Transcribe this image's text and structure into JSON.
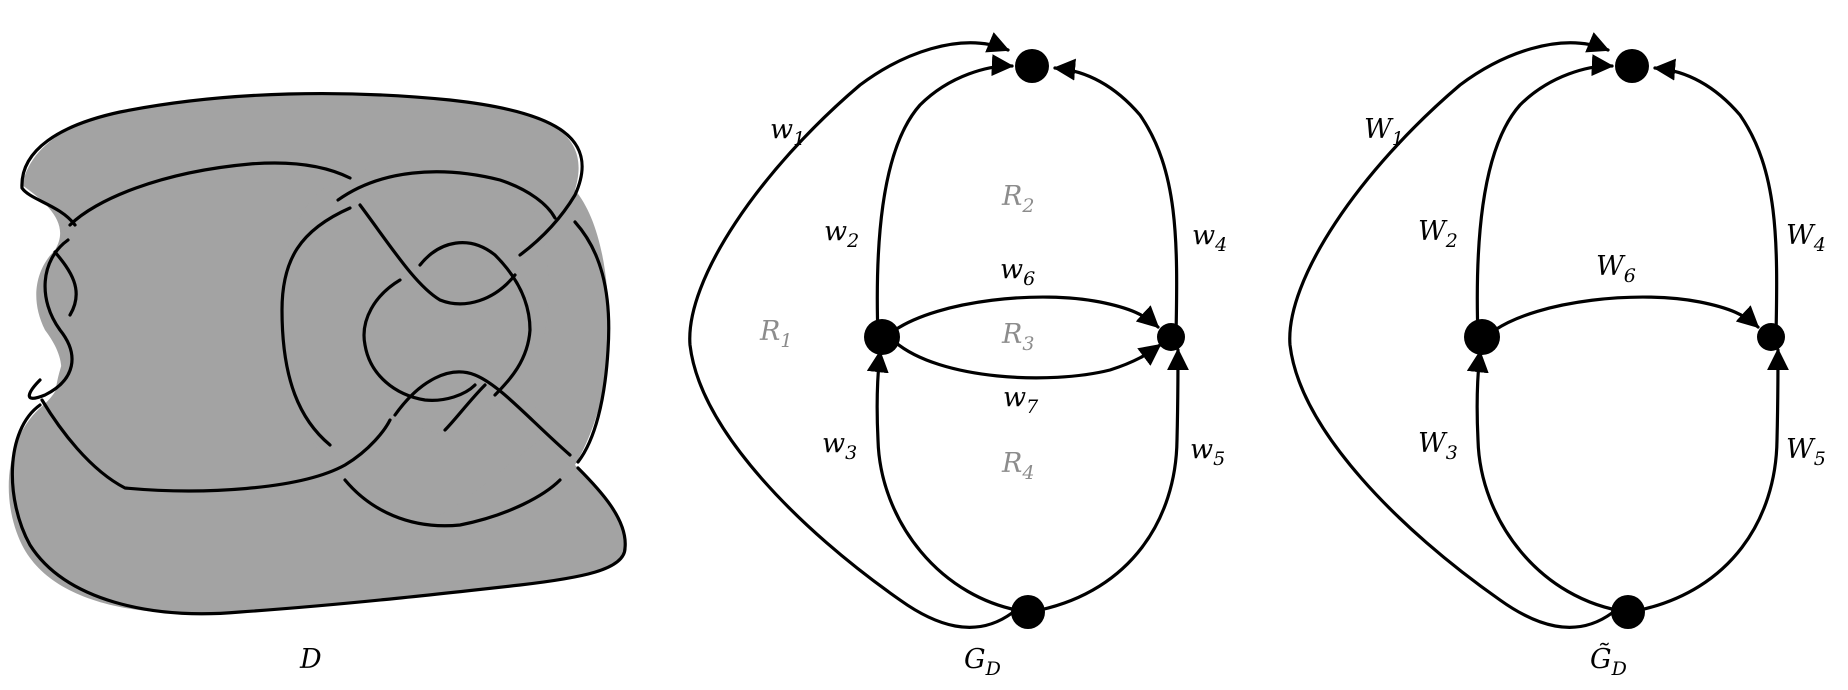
{
  "diagram_d": {
    "label": "D"
  },
  "graph_g": {
    "label": "G",
    "label_sub": "D",
    "edges": [
      {
        "id": "w1",
        "base": "w",
        "sub": "1"
      },
      {
        "id": "w2",
        "base": "w",
        "sub": "2"
      },
      {
        "id": "w3",
        "base": "w",
        "sub": "3"
      },
      {
        "id": "w4",
        "base": "w",
        "sub": "4"
      },
      {
        "id": "w5",
        "base": "w",
        "sub": "5"
      },
      {
        "id": "w6",
        "base": "w",
        "sub": "6"
      },
      {
        "id": "w7",
        "base": "w",
        "sub": "7"
      }
    ],
    "regions": [
      {
        "id": "R1",
        "base": "R",
        "sub": "1"
      },
      {
        "id": "R2",
        "base": "R",
        "sub": "2"
      },
      {
        "id": "R3",
        "base": "R",
        "sub": "3"
      },
      {
        "id": "R4",
        "base": "R",
        "sub": "4"
      }
    ]
  },
  "graph_g_tilde": {
    "label": "G̃",
    "label_sub": "D",
    "edges": [
      {
        "id": "W1",
        "base": "W",
        "sub": "1"
      },
      {
        "id": "W2",
        "base": "W",
        "sub": "2"
      },
      {
        "id": "W3",
        "base": "W",
        "sub": "3"
      },
      {
        "id": "W4",
        "base": "W",
        "sub": "4"
      },
      {
        "id": "W5",
        "base": "W",
        "sub": "5"
      },
      {
        "id": "W6",
        "base": "W",
        "sub": "6"
      }
    ]
  },
  "colors": {
    "ink": "#000000",
    "shading": "#a3a3a3",
    "region_label": "#8c8c8c"
  }
}
